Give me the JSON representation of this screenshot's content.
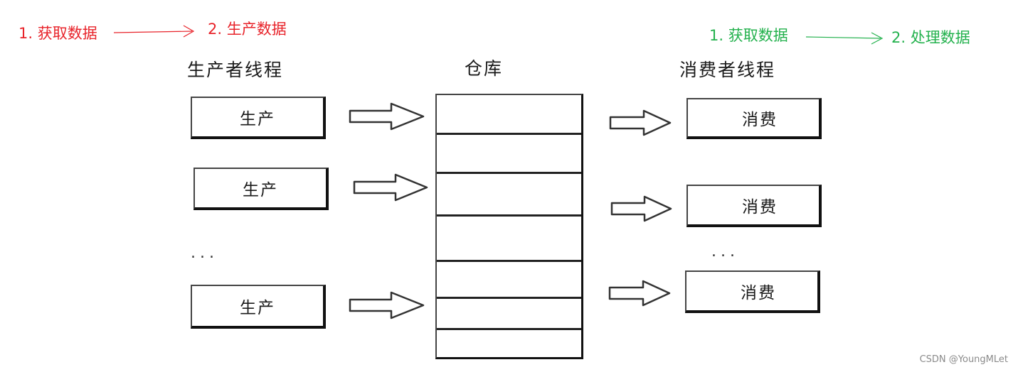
{
  "producer_steps": {
    "step1": "1. 获取数据",
    "step2": "2. 生产数据"
  },
  "consumer_steps": {
    "step1": "1. 获取数据",
    "step2": "2. 处理数据"
  },
  "headings": {
    "producer": "生产者线程",
    "warehouse": "仓库",
    "consumer": "消费者线程"
  },
  "producer_boxes": [
    "生产",
    "生产",
    "生产"
  ],
  "consumer_boxes": [
    "消费",
    "消费",
    "消费"
  ],
  "ellipsis": "...",
  "watermark": "CSDN @YoungMLet",
  "colors": {
    "producer_steps": "#e8232a",
    "consumer_steps": "#23b14d"
  },
  "icons": {
    "block_arrow": "block-arrow-right-icon",
    "thin_arrow": "thin-arrow-right-icon"
  }
}
